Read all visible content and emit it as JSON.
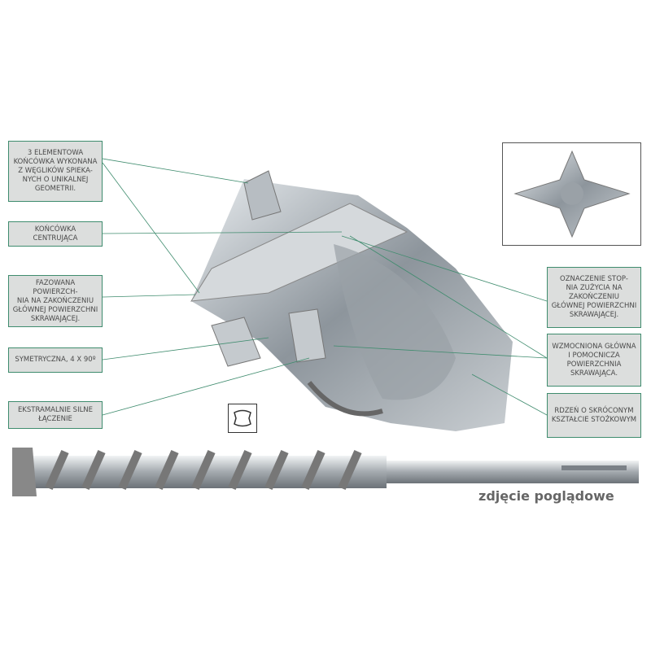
{
  "labels_left": [
    "3 ELEMENTOWA\nKOŃCÓWKA WYKONANA\nZ WĘGLIKÓW SPIEKA-\nNYCH O UNIKALNEJ\nGEOMETRII.",
    "KOŃCÓWKA\nCENTRUJĄCA",
    "FAZOWANA POWIERZCH-\nNIA NA ZAKOŃCZENIU\nGŁÓWNEJ POWIERZCHNI\nSKRAWAJĄCEJ.",
    "SYMETRYCZNA, 4 X 90º",
    "EKSTRAMALNIE SILNE\nŁĄCZENIE"
  ],
  "labels_right": [
    "OZNACZENIE STOP-\nNIA ZUŻYCIA NA\nZAKOŃCZENIU\nGŁÓWNEJ POWIERZCHNI\nSKRAWAJĄCEJ.",
    "WZMOCNIONA GŁÓWNA\nI POMOCNICZA\nPOWIERZCHNIA\nSKRAWAJĄCA.",
    "RDZEŃ O SKRÓCONYM\nKSZTAŁCIE STOŻKOWYM"
  ],
  "caption": "zdjęcie poglądowe",
  "colors": {
    "leader": "#3f8c6e",
    "box": "#dcdedd"
  }
}
